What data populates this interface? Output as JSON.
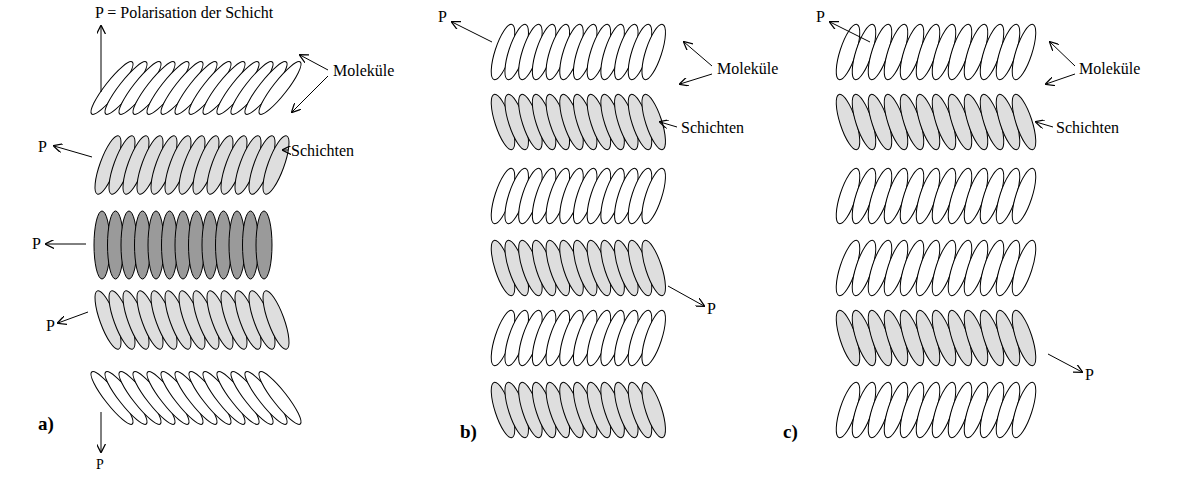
{
  "diagram": {
    "labels": [
      "P = Polarisation der Schicht",
      "Moleküle",
      "Schichten",
      "P",
      "P",
      "P",
      "P",
      "a)",
      "P",
      "Moleküle",
      "Schichten",
      "P",
      "b)",
      "P",
      "Moleküle",
      "Schichten",
      "P",
      "c)"
    ]
  }
}
